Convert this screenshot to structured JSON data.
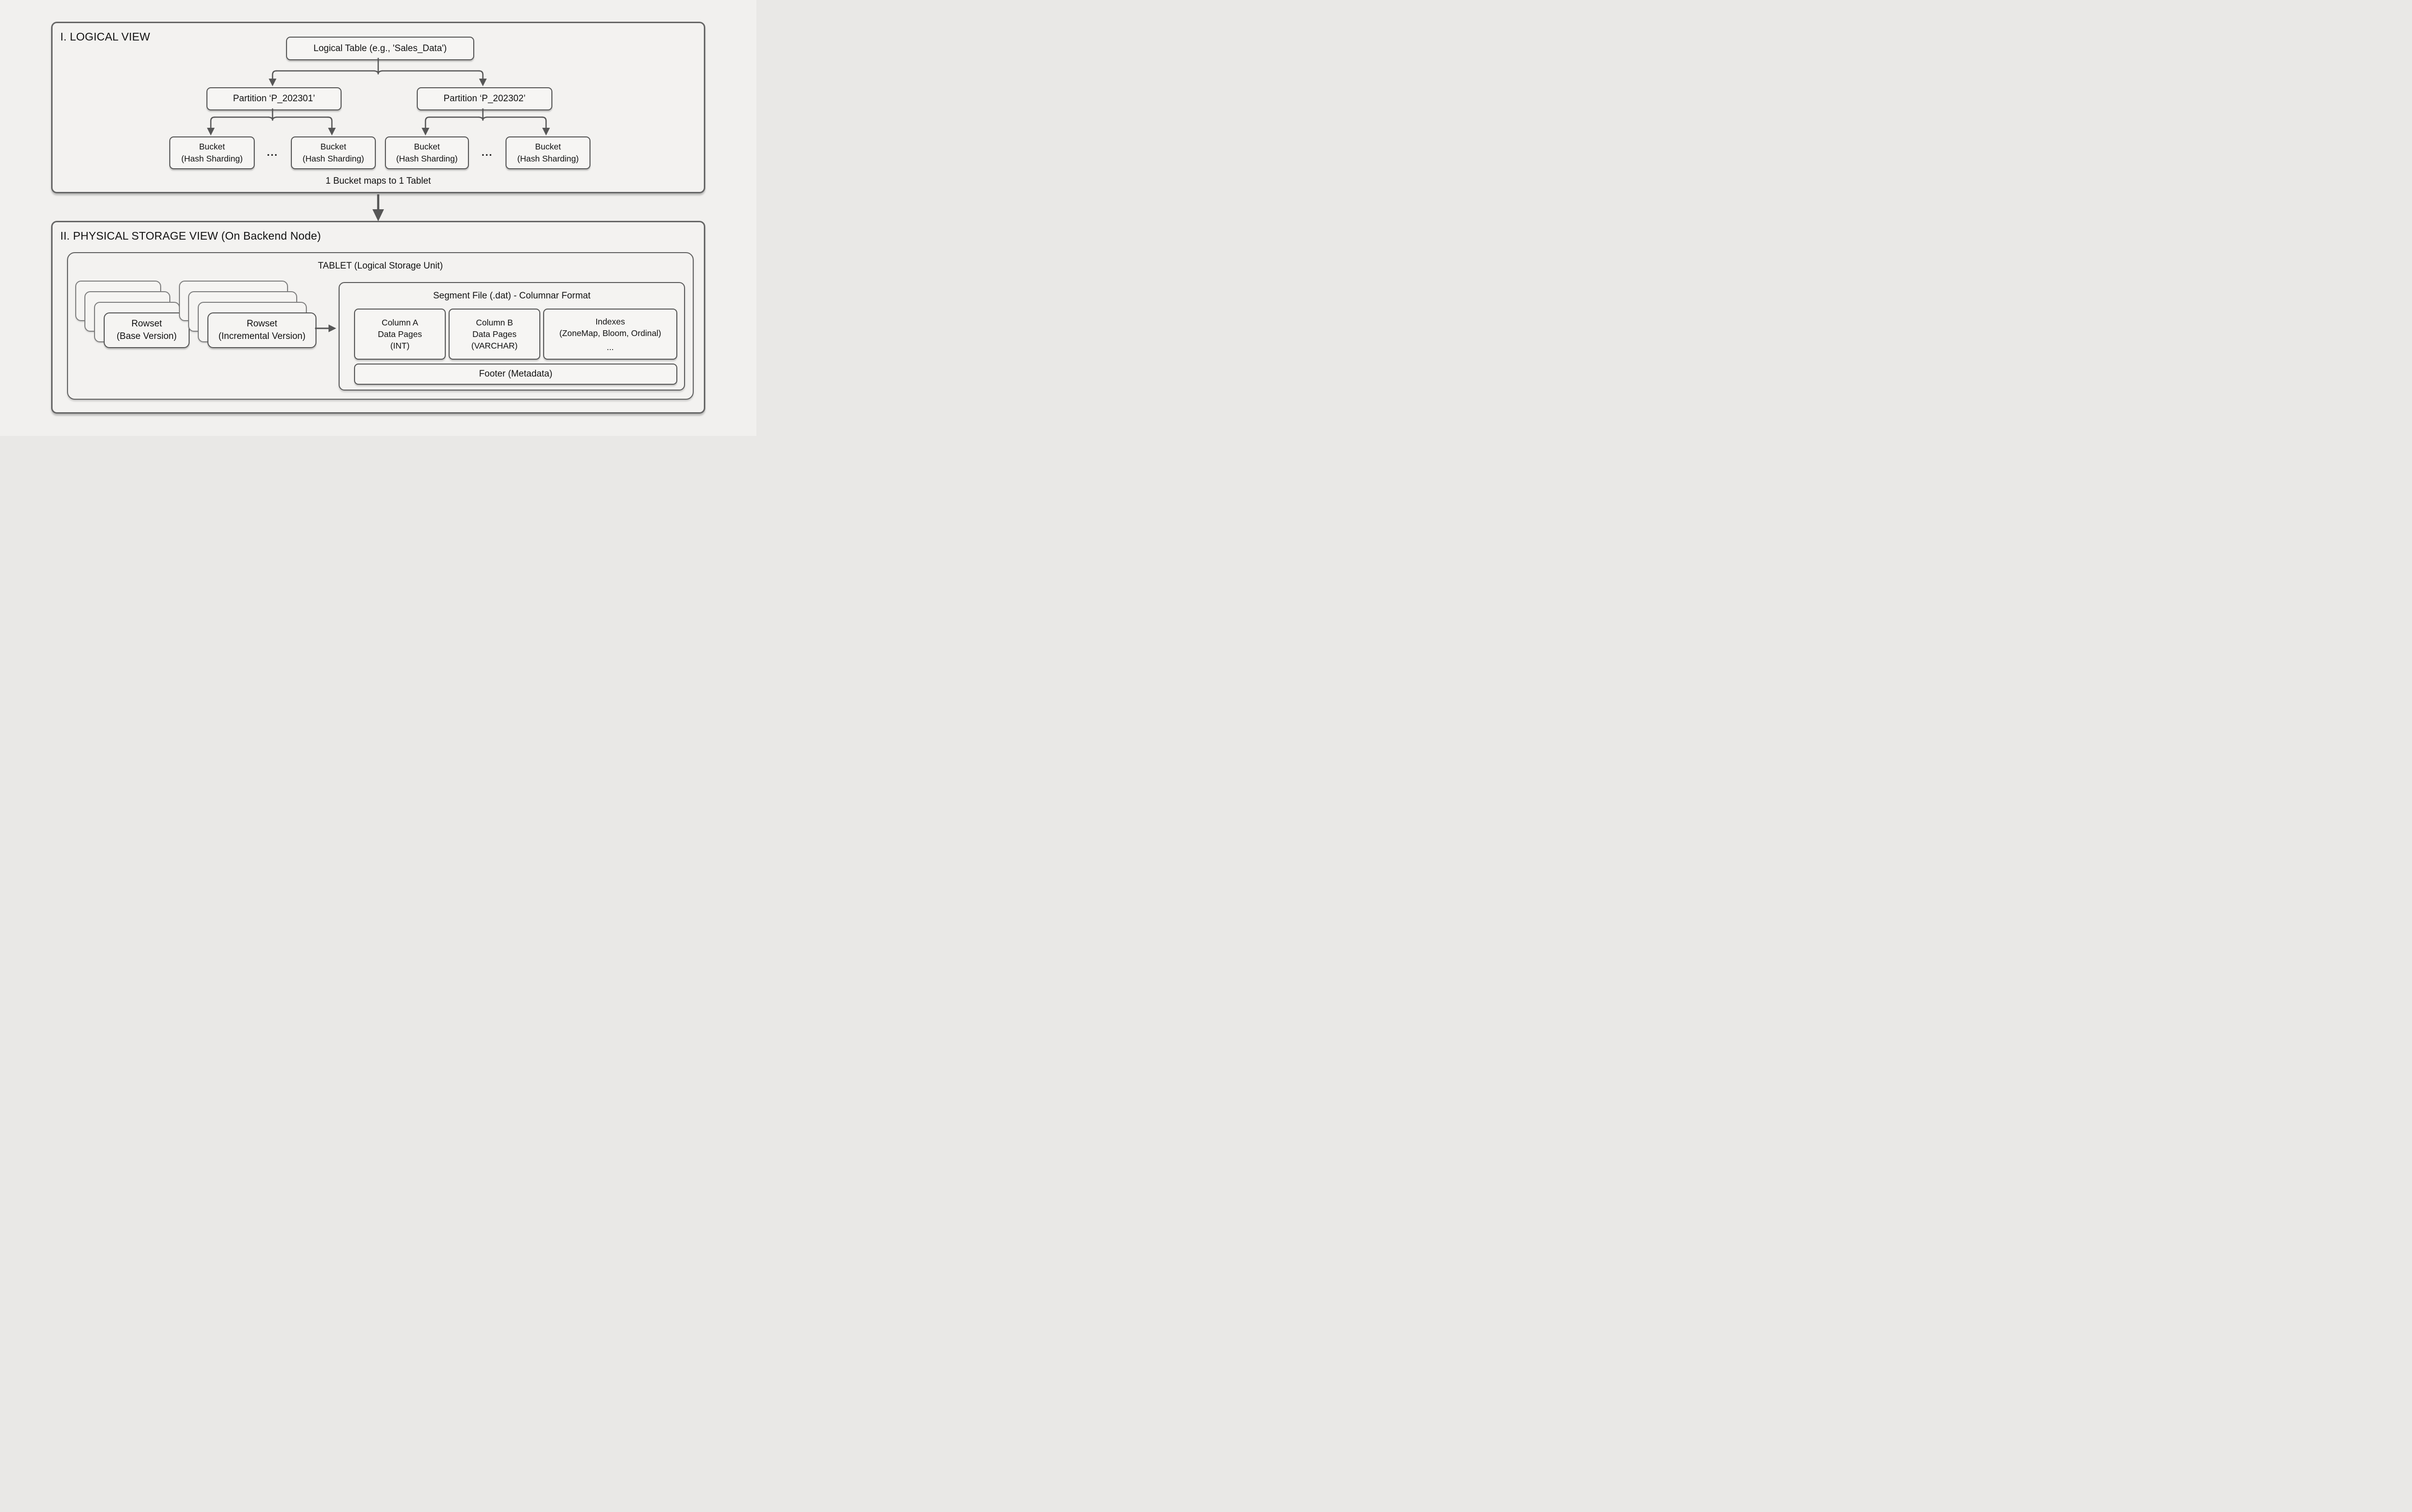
{
  "colors": {
    "background": "#f1f0ee",
    "panel_border": "#666666",
    "node_border": "#555555",
    "connector": "#565656",
    "text": "#111111"
  },
  "logical_view": {
    "title": "I. LOGICAL VIEW",
    "logical_table_label": "Logical Table (e.g., 'Sales_Data')",
    "partitions": [
      "Partition ‘P_202301’",
      "Partition ‘P_202302’"
    ],
    "buckets": [
      {
        "line1": "Bucket",
        "line2": "(Hash Sharding)"
      },
      {
        "line1": "Bucket",
        "line2": "(Hash Sharding)"
      },
      {
        "line1": "Bucket",
        "line2": "(Hash Sharding)"
      },
      {
        "line1": "Bucket",
        "line2": "(Hash Sharding)"
      }
    ],
    "gap_ellipsis": [
      "...",
      "..."
    ],
    "caption": "1 Bucket maps to 1 Tablet"
  },
  "physical_view": {
    "title": "II. PHYSICAL STORAGE VIEW (On Backend Node)",
    "tablet": {
      "title": "TABLET (Logical Storage Unit)",
      "rowset_base": {
        "line1": "Rowset",
        "line2": "(Base Version)"
      },
      "rowset_incremental": {
        "line1": "Rowset",
        "line2": "(Incremental Version)"
      },
      "segment": {
        "title": "Segment File (.dat) - Columnar Format",
        "columns": [
          {
            "line1": "Column A",
            "line2": "Data Pages",
            "line3": "(INT)"
          },
          {
            "line1": "Column B",
            "line2": "Data Pages",
            "line3": "(VARCHAR)"
          },
          {
            "line1": "Indexes",
            "line2": "(ZoneMap, Bloom, Ordinal)",
            "line3": "..."
          }
        ],
        "footer": "Footer (Metadata)"
      }
    }
  }
}
